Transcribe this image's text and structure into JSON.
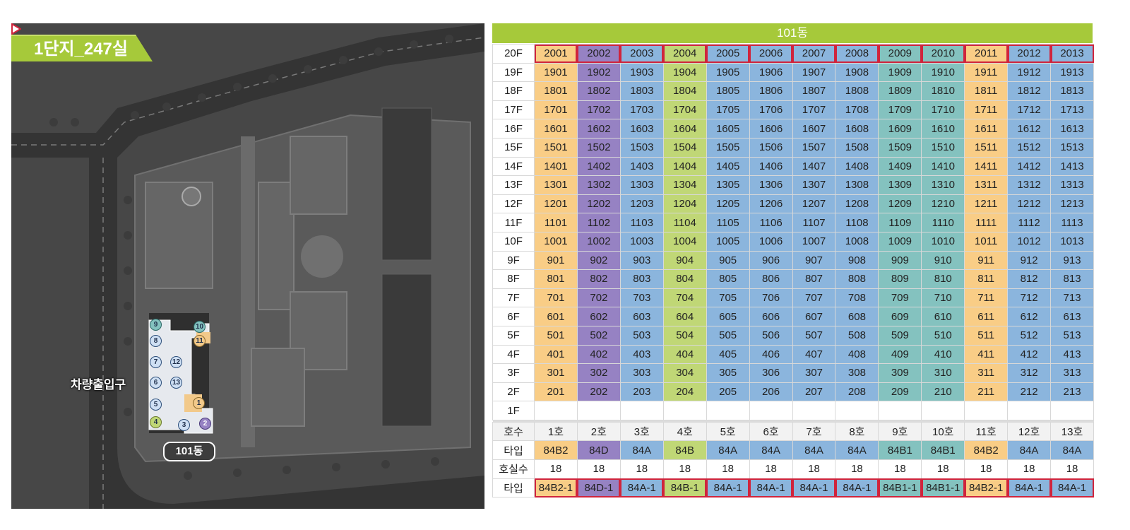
{
  "site": {
    "badge": "1단지_247실",
    "entry_label": "차량출입구",
    "building_label": "101동",
    "unit_markers": [
      "1",
      "2",
      "3",
      "4",
      "5",
      "6",
      "7",
      "8",
      "9",
      "10",
      "11",
      "12",
      "13"
    ]
  },
  "table": {
    "title": "101동",
    "floors": [
      {
        "label": "20F",
        "units": [
          "2001",
          "2002",
          "2003",
          "2004",
          "2005",
          "2006",
          "2007",
          "2008",
          "2009",
          "2010",
          "2011",
          "2012",
          "2013"
        ]
      },
      {
        "label": "19F",
        "units": [
          "1901",
          "1902",
          "1903",
          "1904",
          "1905",
          "1906",
          "1907",
          "1908",
          "1909",
          "1910",
          "1911",
          "1912",
          "1913"
        ]
      },
      {
        "label": "18F",
        "units": [
          "1801",
          "1802",
          "1803",
          "1804",
          "1805",
          "1806",
          "1807",
          "1808",
          "1809",
          "1810",
          "1811",
          "1812",
          "1813"
        ]
      },
      {
        "label": "17F",
        "units": [
          "1701",
          "1702",
          "1703",
          "1704",
          "1705",
          "1706",
          "1707",
          "1708",
          "1709",
          "1710",
          "1711",
          "1712",
          "1713"
        ]
      },
      {
        "label": "16F",
        "units": [
          "1601",
          "1602",
          "1603",
          "1604",
          "1605",
          "1606",
          "1607",
          "1608",
          "1609",
          "1610",
          "1611",
          "1612",
          "1613"
        ]
      },
      {
        "label": "15F",
        "units": [
          "1501",
          "1502",
          "1503",
          "1504",
          "1505",
          "1506",
          "1507",
          "1508",
          "1509",
          "1510",
          "1511",
          "1512",
          "1513"
        ]
      },
      {
        "label": "14F",
        "units": [
          "1401",
          "1402",
          "1403",
          "1404",
          "1405",
          "1406",
          "1407",
          "1408",
          "1409",
          "1410",
          "1411",
          "1412",
          "1413"
        ]
      },
      {
        "label": "13F",
        "units": [
          "1301",
          "1302",
          "1303",
          "1304",
          "1305",
          "1306",
          "1307",
          "1308",
          "1309",
          "1310",
          "1311",
          "1312",
          "1313"
        ]
      },
      {
        "label": "12F",
        "units": [
          "1201",
          "1202",
          "1203",
          "1204",
          "1205",
          "1206",
          "1207",
          "1208",
          "1209",
          "1210",
          "1211",
          "1212",
          "1213"
        ]
      },
      {
        "label": "11F",
        "units": [
          "1101",
          "1102",
          "1103",
          "1104",
          "1105",
          "1106",
          "1107",
          "1108",
          "1109",
          "1110",
          "1111",
          "1112",
          "1113"
        ]
      },
      {
        "label": "10F",
        "units": [
          "1001",
          "1002",
          "1003",
          "1004",
          "1005",
          "1006",
          "1007",
          "1008",
          "1009",
          "1010",
          "1011",
          "1012",
          "1013"
        ]
      },
      {
        "label": "9F",
        "units": [
          "901",
          "902",
          "903",
          "904",
          "905",
          "906",
          "907",
          "908",
          "909",
          "910",
          "911",
          "912",
          "913"
        ]
      },
      {
        "label": "8F",
        "units": [
          "801",
          "802",
          "803",
          "804",
          "805",
          "806",
          "807",
          "808",
          "809",
          "810",
          "811",
          "812",
          "813"
        ]
      },
      {
        "label": "7F",
        "units": [
          "701",
          "702",
          "703",
          "704",
          "705",
          "706",
          "707",
          "708",
          "709",
          "710",
          "711",
          "712",
          "713"
        ]
      },
      {
        "label": "6F",
        "units": [
          "601",
          "602",
          "603",
          "604",
          "605",
          "606",
          "607",
          "608",
          "609",
          "610",
          "611",
          "612",
          "613"
        ]
      },
      {
        "label": "5F",
        "units": [
          "501",
          "502",
          "503",
          "504",
          "505",
          "506",
          "507",
          "508",
          "509",
          "510",
          "511",
          "512",
          "513"
        ]
      },
      {
        "label": "4F",
        "units": [
          "401",
          "402",
          "403",
          "404",
          "405",
          "406",
          "407",
          "408",
          "409",
          "410",
          "411",
          "412",
          "413"
        ]
      },
      {
        "label": "3F",
        "units": [
          "301",
          "302",
          "303",
          "304",
          "305",
          "306",
          "307",
          "308",
          "309",
          "310",
          "311",
          "312",
          "313"
        ]
      },
      {
        "label": "2F",
        "units": [
          "201",
          "202",
          "203",
          "204",
          "205",
          "206",
          "207",
          "208",
          "209",
          "210",
          "211",
          "212",
          "213"
        ]
      },
      {
        "label": "1F",
        "units": [
          "",
          "",
          "",
          "",
          "",
          "",
          "",
          "",
          "",
          "",
          "",
          "",
          ""
        ]
      }
    ],
    "column_colors": [
      "#f9cd86",
      "#9682c3",
      "#8bb5dd",
      "#c0d776",
      "#8bb5dd",
      "#8bb5dd",
      "#8bb5dd",
      "#8bb5dd",
      "#84c2bf",
      "#84c2bf",
      "#f9cd86",
      "#8bb5dd",
      "#8bb5dd"
    ],
    "highlight_color": "#d0243c",
    "header_color": "#a6c93a",
    "ho_label": "호수",
    "ho": [
      "1호",
      "2호",
      "3호",
      "4호",
      "5호",
      "6호",
      "7호",
      "8호",
      "9호",
      "10호",
      "11호",
      "12호",
      "13호"
    ],
    "type_label": "타입",
    "types": [
      "84B2",
      "84D",
      "84A",
      "84B",
      "84A",
      "84A",
      "84A",
      "84A",
      "84B1",
      "84B1",
      "84B2",
      "84A",
      "84A"
    ],
    "count_label": "호실수",
    "counts": [
      "18",
      "18",
      "18",
      "18",
      "18",
      "18",
      "18",
      "18",
      "18",
      "18",
      "18",
      "18",
      "18"
    ],
    "subtype_label": "타입",
    "subtypes": [
      "84B2-1",
      "84D-1",
      "84A-1",
      "84B-1",
      "84A-1",
      "84A-1",
      "84A-1",
      "84A-1",
      "84B1-1",
      "84B1-1",
      "84B2-1",
      "84A-1",
      "84A-1"
    ]
  }
}
